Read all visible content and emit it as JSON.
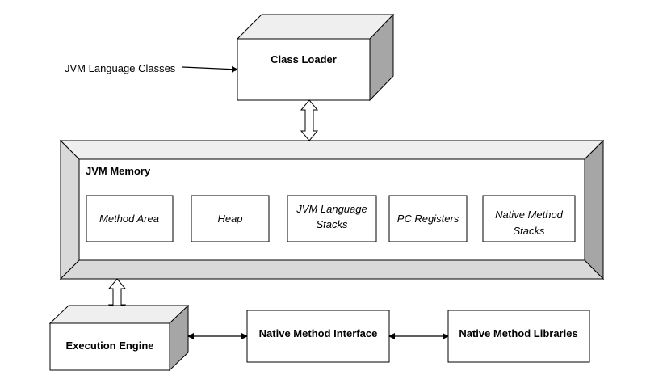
{
  "input_label": "JVM Language Classes",
  "class_loader": {
    "label": "Class Loader"
  },
  "jvm_memory": {
    "title": "JVM Memory",
    "areas": [
      {
        "lines": [
          "Method Area"
        ]
      },
      {
        "lines": [
          "Heap"
        ]
      },
      {
        "lines": [
          "JVM Language",
          "Stacks"
        ]
      },
      {
        "lines": [
          "PC Registers"
        ]
      },
      {
        "lines": [
          "Native Method",
          "Stacks"
        ]
      }
    ]
  },
  "execution_engine": {
    "label": "Execution Engine"
  },
  "native_method_interface": {
    "label": "Native Method Interface"
  },
  "native_method_libraries": {
    "label": "Native Method Libraries"
  },
  "colors": {
    "line": "#000000",
    "face": "#ffffff",
    "bevel_light": "#efefef",
    "bevel_mid": "#d9d9d9",
    "bevel_dark": "#a6a6a6"
  }
}
